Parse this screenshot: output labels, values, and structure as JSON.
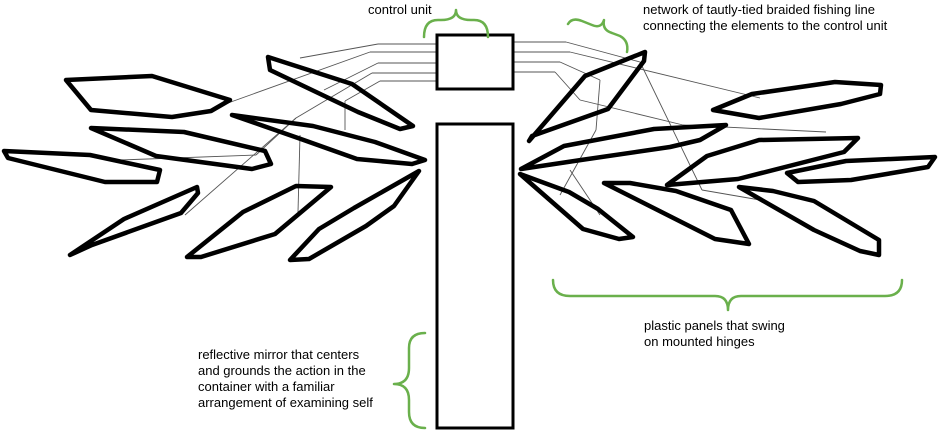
{
  "labels": {
    "control_unit": "control unit",
    "network_line1": "network of tautly-tied braided fishing line",
    "network_line2": "connecting the elements to the control unit",
    "panels_line1": "plastic panels that swing",
    "panels_line2": "on mounted hinges",
    "mirror_line1": "reflective mirror that centers",
    "mirror_line2": "and grounds the action in the",
    "mirror_line3": "container with a familiar",
    "mirror_line4": "arrangement of examining self"
  },
  "colors": {
    "outline": "#000000",
    "bracket": "#6ab04c",
    "string": "#555555",
    "background": "#ffffff"
  }
}
